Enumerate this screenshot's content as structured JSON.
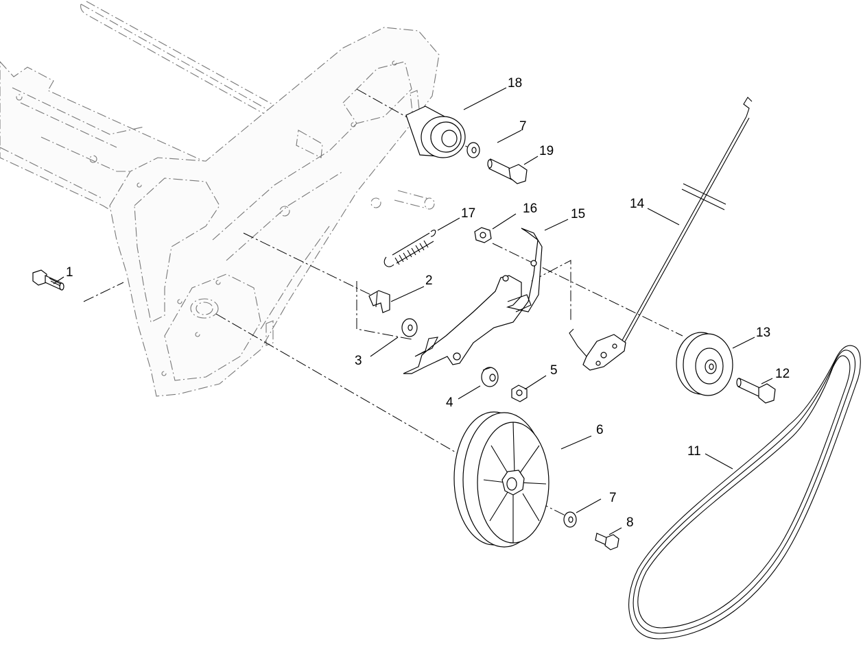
{
  "callouts": [
    {
      "id": "c1",
      "text": "1"
    },
    {
      "id": "c2",
      "text": "2"
    },
    {
      "id": "c3",
      "text": "3"
    },
    {
      "id": "c4",
      "text": "4"
    },
    {
      "id": "c5",
      "text": "5"
    },
    {
      "id": "c6",
      "text": "6"
    },
    {
      "id": "c7a",
      "text": "7"
    },
    {
      "id": "c7b",
      "text": "7"
    },
    {
      "id": "c8",
      "text": "8"
    },
    {
      "id": "c11",
      "text": "11"
    },
    {
      "id": "c12",
      "text": "12"
    },
    {
      "id": "c13",
      "text": "13"
    },
    {
      "id": "c14",
      "text": "14"
    },
    {
      "id": "c15",
      "text": "15"
    },
    {
      "id": "c16",
      "text": "16"
    },
    {
      "id": "c17",
      "text": "17"
    },
    {
      "id": "c18",
      "text": "18"
    },
    {
      "id": "c19",
      "text": "19"
    }
  ]
}
